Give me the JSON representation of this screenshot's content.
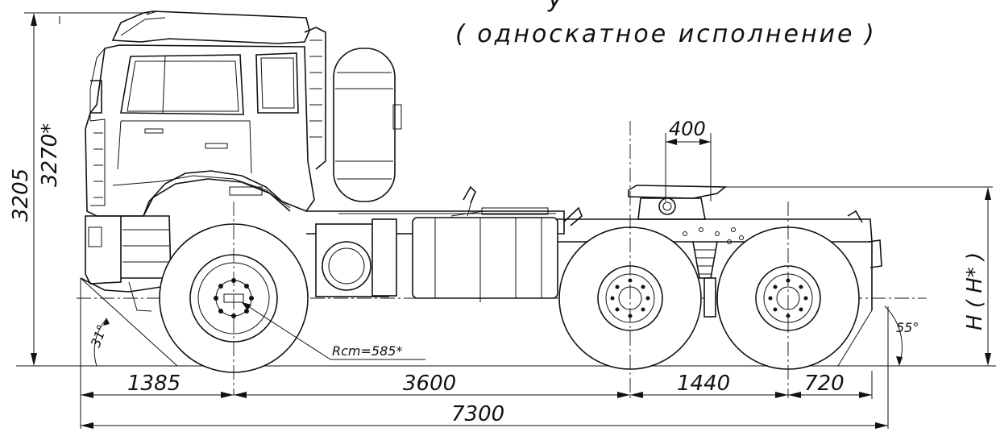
{
  "header": {
    "top_line": "у",
    "subtitle": "( односкатное исполнение )"
  },
  "dimensions": {
    "height_total": "3205",
    "height_star": "3270*",
    "front_overhang": "1385",
    "wheelbase_front": "3600",
    "wheelbase_rear": "1440",
    "rear_overhang": "720",
    "overall_length": "7300",
    "coupling_offset": "400",
    "saddle_height": "H ( H* )",
    "radius_label": "Rcm=585*",
    "approach_angle": "31°",
    "departure_angle": "55°"
  }
}
